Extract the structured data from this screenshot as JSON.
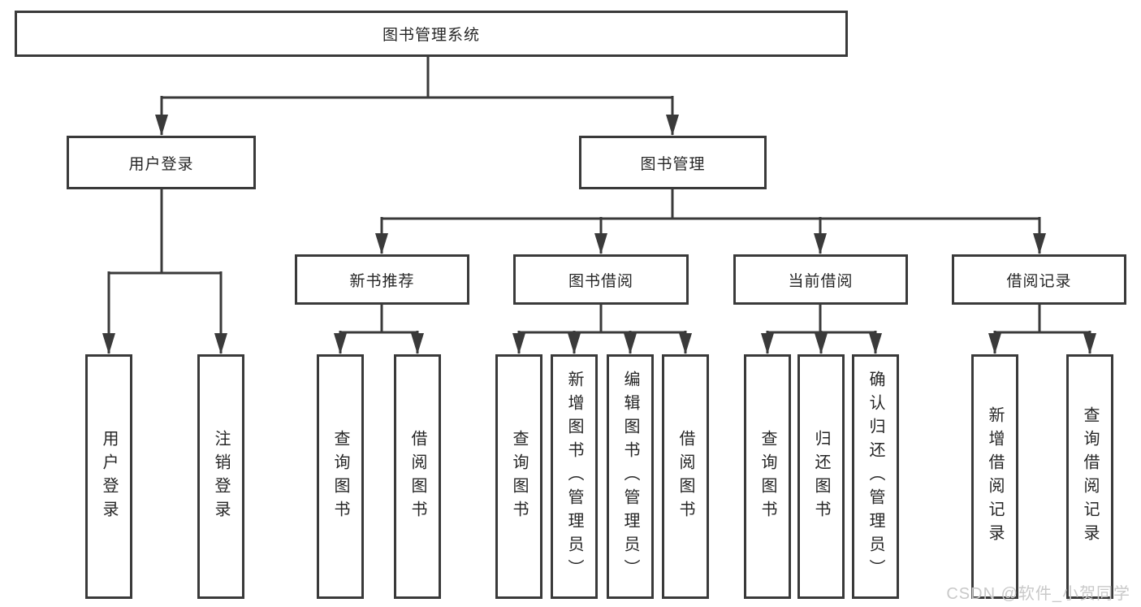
{
  "diagram": {
    "root": {
      "label": "图书管理系统"
    },
    "branches": [
      {
        "label": "用户登录",
        "children": [
          {
            "label": "用户登录"
          },
          {
            "label": "注销登录"
          }
        ]
      },
      {
        "label": "图书管理",
        "children": [
          {
            "label": "新书推荐",
            "children": [
              {
                "label": "查询图书"
              },
              {
                "label": "借阅图书"
              }
            ]
          },
          {
            "label": "图书借阅",
            "children": [
              {
                "label": "查询图书"
              },
              {
                "label": "新增图书（管理员）"
              },
              {
                "label": "编辑图书（管理员）"
              },
              {
                "label": "借阅图书"
              }
            ]
          },
          {
            "label": "当前借阅",
            "children": [
              {
                "label": "查询图书"
              },
              {
                "label": "归还图书"
              },
              {
                "label": "确认归还（管理员）"
              }
            ]
          },
          {
            "label": "借阅记录",
            "children": [
              {
                "label": "新增借阅记录"
              },
              {
                "label": "查询借阅记录"
              }
            ]
          }
        ]
      }
    ]
  },
  "watermark": {
    "text": "CSDN @软件_小贺同学"
  },
  "colors": {
    "line": "#3a3a3a",
    "text": "#262626",
    "watermark": "#c9c9c9",
    "background": "#ffffff"
  }
}
